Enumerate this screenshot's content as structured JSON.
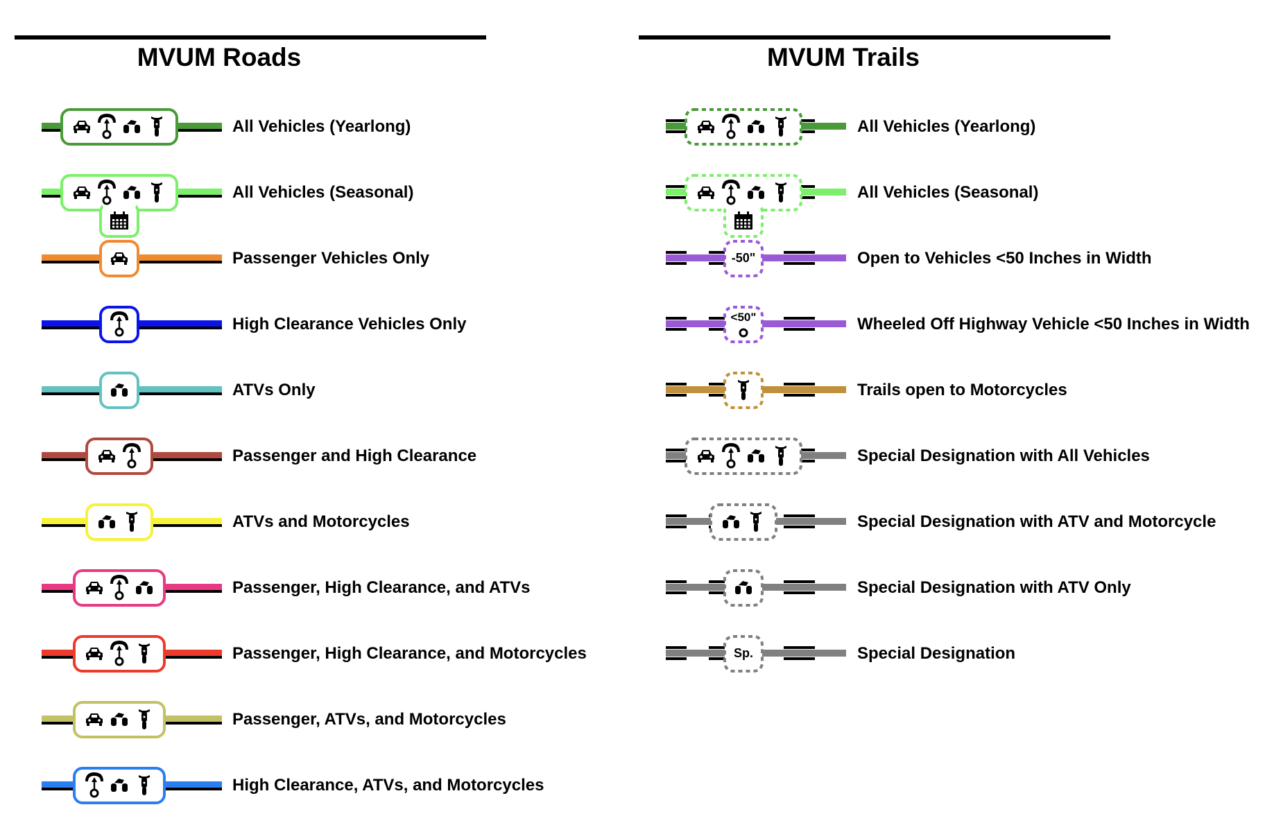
{
  "roads": {
    "title": "MVUM Roads",
    "items": [
      {
        "label": "All Vehicles (Yearlong)",
        "color": "#4a9a3a",
        "icons": [
          "car",
          "highclearance",
          "atv",
          "motorcycle"
        ],
        "seasonal": false
      },
      {
        "label": "All Vehicles (Seasonal)",
        "color": "#7cf06a",
        "icons": [
          "car",
          "highclearance",
          "atv",
          "motorcycle"
        ],
        "seasonal": true
      },
      {
        "label": "Passenger Vehicles Only",
        "color": "#f08a30",
        "icons": [
          "car"
        ],
        "seasonal": false
      },
      {
        "label": "High Clearance Vehicles Only",
        "color": "#0a14e8",
        "icons": [
          "highclearance"
        ],
        "seasonal": false
      },
      {
        "label": "ATVs Only",
        "color": "#62c2c2",
        "icons": [
          "atv"
        ],
        "seasonal": false
      },
      {
        "label": "Passenger and High Clearance",
        "color": "#b04a40",
        "icons": [
          "car",
          "highclearance"
        ],
        "seasonal": false
      },
      {
        "label": "ATVs and Motorcycles",
        "color": "#f6f23a",
        "icons": [
          "atv",
          "motorcycle"
        ],
        "seasonal": false
      },
      {
        "label": "Passenger, High Clearance, and ATVs",
        "color": "#e83a84",
        "icons": [
          "car",
          "highclearance",
          "atv"
        ],
        "seasonal": false
      },
      {
        "label": "Passenger, High Clearance, and Motorcycles",
        "color": "#ec3a2c",
        "icons": [
          "car",
          "highclearance",
          "motorcycle"
        ],
        "seasonal": false
      },
      {
        "label": "Passenger, ATVs, and Motorcycles",
        "color": "#c2c264",
        "icons": [
          "car",
          "atv",
          "motorcycle"
        ],
        "seasonal": false
      },
      {
        "label": "High Clearance, ATVs, and Motorcycles",
        "color": "#2a7ef0",
        "icons": [
          "highclearance",
          "atv",
          "motorcycle"
        ],
        "seasonal": false
      }
    ]
  },
  "trails": {
    "title": "MVUM Trails",
    "items": [
      {
        "label": "All Vehicles (Yearlong)",
        "color": "#4a9a3a",
        "icons": [
          "car",
          "highclearance",
          "atv",
          "motorcycle"
        ],
        "seasonal": false
      },
      {
        "label": "All Vehicles (Seasonal)",
        "color": "#7cf06a",
        "icons": [
          "car",
          "highclearance",
          "atv",
          "motorcycle"
        ],
        "seasonal": true
      },
      {
        "label": "Open to Vehicles <50 Inches in Width",
        "color": "#9a5ad6",
        "icons": [
          "text"
        ],
        "text": "-50\"",
        "seasonal": false
      },
      {
        "label": "Wheeled Off Highway Vehicle <50 Inches in Width",
        "color": "#9a5ad6",
        "icons": [
          "text_hc"
        ],
        "text": "<50\"",
        "seasonal": false
      },
      {
        "label": "Trails open to Motorcycles",
        "color": "#c0903a",
        "icons": [
          "motorcycle"
        ],
        "seasonal": false
      },
      {
        "label": "Special Designation with All Vehicles",
        "color": "#808080",
        "icons": [
          "car",
          "highclearance",
          "atv",
          "motorcycle"
        ],
        "seasonal": false
      },
      {
        "label": "Special Designation with ATV and Motorcycle",
        "color": "#808080",
        "icons": [
          "atv",
          "motorcycle"
        ],
        "seasonal": false
      },
      {
        "label": "Special Designation with ATV Only",
        "color": "#808080",
        "icons": [
          "atv"
        ],
        "seasonal": false
      },
      {
        "label": "Special Designation",
        "color": "#808080",
        "icons": [
          "text"
        ],
        "text": "Sp.",
        "seasonal": false
      }
    ]
  }
}
